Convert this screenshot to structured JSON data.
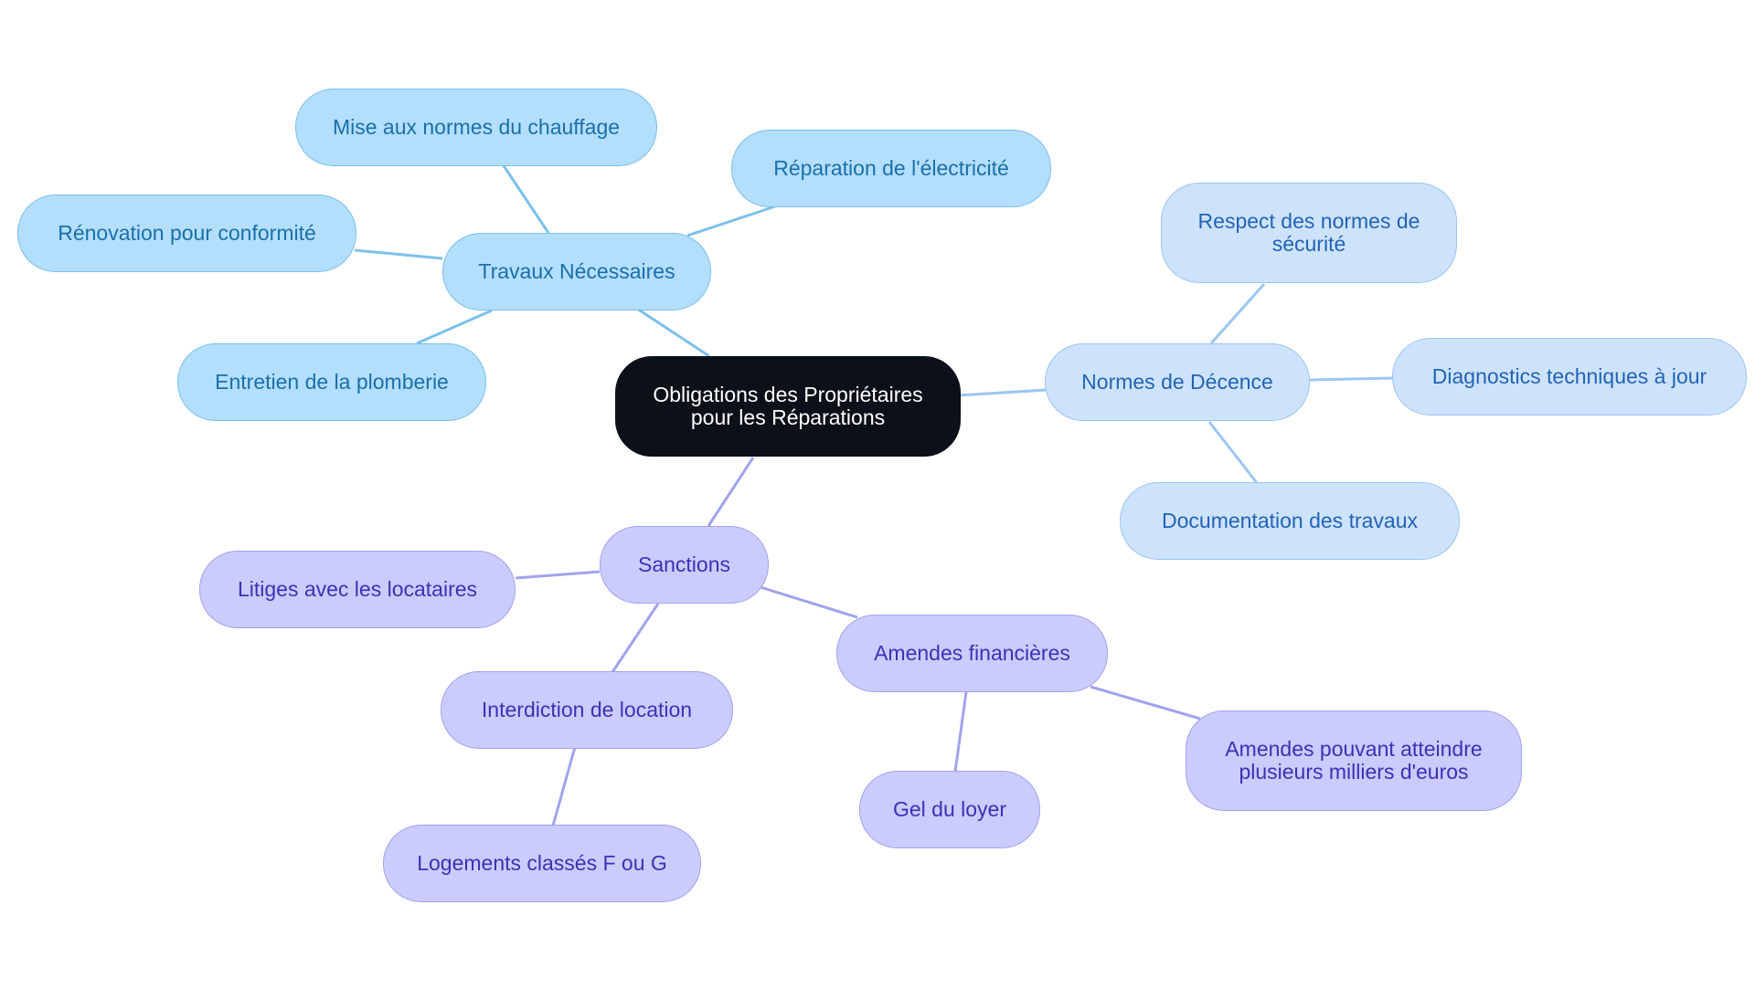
{
  "root": {
    "label": "Obligations des Propriétaires\npour les Réparations"
  },
  "branches": {
    "travaux": {
      "label": "Travaux Nécessaires",
      "color": "#7cc0ea",
      "children": [
        "Mise aux normes du chauffage",
        "Réparation de l'électricité",
        "Rénovation pour conformité",
        "Entretien de la plomberie"
      ]
    },
    "normes": {
      "label": "Normes de Décence",
      "color": "#9cc6f0",
      "children": [
        "Respect des normes de\nsécurité",
        "Diagnostics techniques à jour",
        "Documentation des travaux"
      ]
    },
    "sanctions": {
      "label": "Sanctions",
      "color": "#a2a2ee",
      "children": [
        "Litiges avec les locataires",
        "Interdiction de location",
        "Amendes financières"
      ],
      "interdiction_children": [
        "Logements classés F ou G"
      ],
      "amendes_children": [
        "Gel du loyer",
        "Amendes pouvant atteindre\nplusieurs milliers d'euros"
      ]
    }
  }
}
